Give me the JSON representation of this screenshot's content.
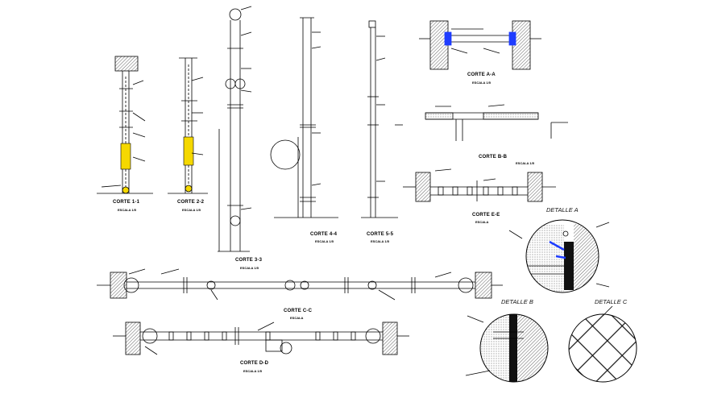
{
  "sections": {
    "corte_1": {
      "title": "CORTE 1-1",
      "scale": "ESCALA 1/5"
    },
    "corte_2": {
      "title": "CORTE 2-2",
      "scale": "ESCALA 1/5"
    },
    "corte_3": {
      "title": "CORTE 3-3",
      "scale": "ESCALA 1/5"
    },
    "corte_4": {
      "title": "CORTE 4-4",
      "scale": "ESCALA 1/5"
    },
    "corte_5": {
      "title": "CORTE 5-5",
      "scale": "ESCALA 1/5"
    },
    "corte_a": {
      "title": "CORTE A-A",
      "scale": "ESCALA 1/5"
    },
    "corte_b": {
      "title": "CORTE B-B",
      "scale": "ESCALA 1/5"
    },
    "corte_e": {
      "title": "CORTE E-E",
      "scale": "ESCALA"
    },
    "corte_c": {
      "title": "CORTE C-C",
      "scale": "ESCALA"
    },
    "corte_d": {
      "title": "CORTE D-D",
      "scale": "ESCALA 1/5"
    }
  },
  "details": {
    "a": "DETALLE A",
    "b": "DETALLE B",
    "c": "DETALLE C"
  }
}
